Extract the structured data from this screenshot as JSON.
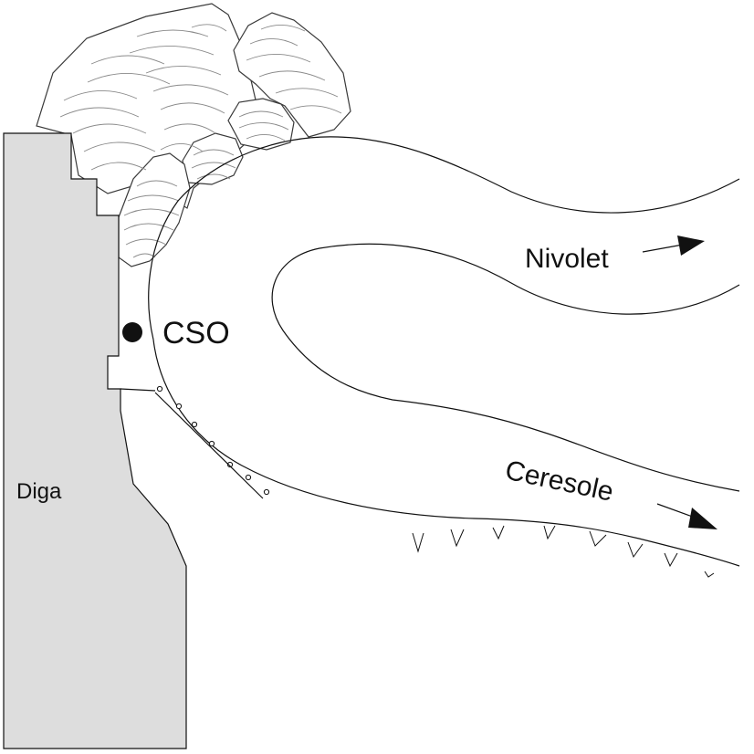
{
  "labels": {
    "dam": "Diga",
    "station": "CSO",
    "upper_branch": "Nivolet",
    "lower_branch": "Ceresole"
  },
  "colors": {
    "background": "#ffffff",
    "dam_fill": "#dddddd",
    "outline": "#111111",
    "rock_hatch": "#8a8a8a",
    "marker": "#111111"
  },
  "icons": {
    "station_marker": "filled-circle",
    "flow_arrows": "arrow-right",
    "left_bank_symbols": "small-circle",
    "right_bank_symbols": "v-mark"
  }
}
